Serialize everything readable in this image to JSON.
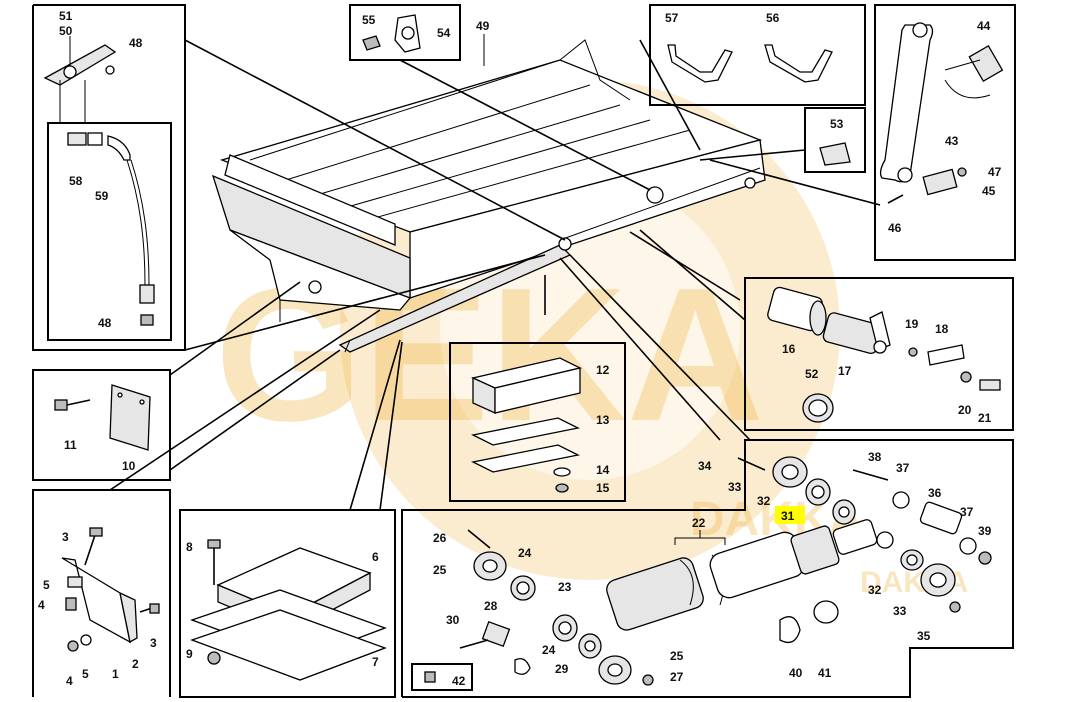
{
  "watermark": {
    "big": "GEKA",
    "small_1": "DAKKA",
    "small_2": "DAKKA"
  },
  "highlight_color": "#ffff00",
  "labels": {
    "p51": "51",
    "p50": "50",
    "p48a": "48",
    "p58": "58",
    "p59": "59",
    "p48b": "48",
    "p55": "55",
    "p54": "54",
    "p49": "49",
    "p57": "57",
    "p56": "56",
    "p53": "53",
    "p44": "44",
    "p43": "43",
    "p47": "47",
    "p45": "45",
    "p46": "46",
    "p11": "11",
    "p10": "10",
    "p12": "12",
    "p13": "13",
    "p14": "14",
    "p15": "15",
    "p16": "16",
    "p17": "17",
    "p19": "19",
    "p18": "18",
    "p52": "52",
    "p20": "20",
    "p21": "21",
    "p3a": "3",
    "p5a": "5",
    "p4a": "4",
    "p3b": "3",
    "p4b": "4",
    "p5b": "5",
    "p1": "1",
    "p2": "2",
    "p8": "8",
    "p6": "6",
    "p9": "9",
    "p7": "7",
    "p26": "26",
    "p25a": "25",
    "p24a": "24",
    "p23": "23",
    "p24b": "24",
    "p25b": "25",
    "p27": "27",
    "p29": "29",
    "p28": "28",
    "p30": "30",
    "p42": "42",
    "p22": "22",
    "p34": "34",
    "p33a": "33",
    "p32a": "32",
    "p31": "31",
    "p38": "38",
    "p37a": "37",
    "p36": "36",
    "p37b": "37",
    "p39": "39",
    "p32b": "32",
    "p33b": "33",
    "p35": "35",
    "p40": "40",
    "p41": "41"
  }
}
